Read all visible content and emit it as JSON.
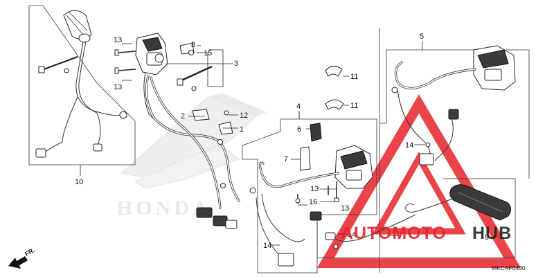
{
  "diagram": {
    "callouts": [
      {
        "id": "1",
        "label": "1"
      },
      {
        "id": "2",
        "label": "2"
      },
      {
        "id": "3",
        "label": "3"
      },
      {
        "id": "4",
        "label": "4"
      },
      {
        "id": "5",
        "label": "5"
      },
      {
        "id": "6",
        "label": "6"
      },
      {
        "id": "7",
        "label": "7"
      },
      {
        "id": "8",
        "label": "8"
      },
      {
        "id": "9",
        "label": "9"
      },
      {
        "id": "10",
        "label": "10"
      },
      {
        "id": "11a",
        "label": "11"
      },
      {
        "id": "11b",
        "label": "11"
      },
      {
        "id": "12",
        "label": "12"
      },
      {
        "id": "13a",
        "label": "13"
      },
      {
        "id": "13b",
        "label": "13"
      },
      {
        "id": "13c",
        "label": "13"
      },
      {
        "id": "13d",
        "label": "13"
      },
      {
        "id": "14a",
        "label": "14"
      },
      {
        "id": "14b",
        "label": "14"
      },
      {
        "id": "14c",
        "label": "14"
      },
      {
        "id": "15",
        "label": "15"
      },
      {
        "id": "16",
        "label": "16"
      }
    ],
    "direction_label": "FR.",
    "diagram_code": "MKCAF0400"
  },
  "watermark": {
    "brand_left": "AUTOMOTO",
    "brand_right": "HUB",
    "background_logo_text": "HONDA",
    "accent_color": "#e6232a",
    "dark_color": "#222222"
  }
}
